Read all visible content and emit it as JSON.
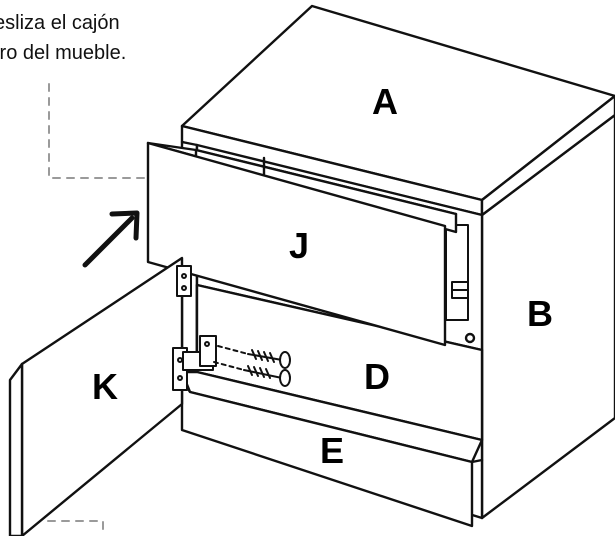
{
  "instruction": {
    "line1": "esliza el cajón",
    "line2": "tro del mueble."
  },
  "labels": {
    "top": "A",
    "side": "B",
    "interior": "D",
    "base": "E",
    "drawer": "J",
    "door": "K"
  },
  "colors": {
    "line": "#111111",
    "leader": "#9a9a9a",
    "fill": "#ffffff"
  },
  "icons": {
    "arrow": "arrow-up-right-icon",
    "screw": "screw-icon",
    "hinge": "hinge-icon",
    "slide": "drawer-slide-icon"
  }
}
